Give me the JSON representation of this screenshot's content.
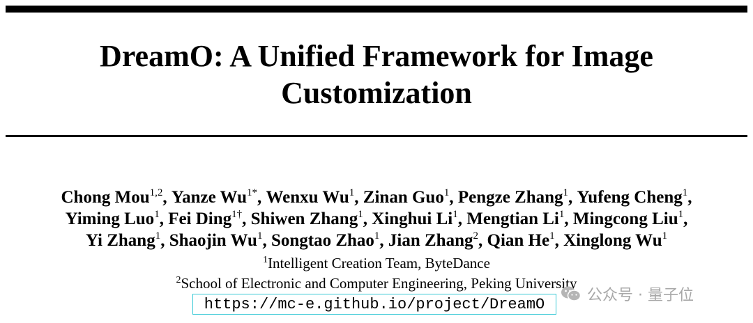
{
  "paper": {
    "title_line1": "DreamO: A Unified Framework for Image",
    "title_line2": "Customization",
    "authors": [
      [
        {
          "name": "Chong Mou",
          "sup": "1,2",
          "sep": ", "
        },
        {
          "name": "Yanze Wu",
          "sup": "1*",
          "sep": ", "
        },
        {
          "name": "Wenxu Wu",
          "sup": "1",
          "sep": ", "
        },
        {
          "name": "Zinan Guo",
          "sup": "1",
          "sep": ", "
        },
        {
          "name": "Pengze Zhang",
          "sup": "1",
          "sep": ", "
        },
        {
          "name": "Yufeng Cheng",
          "sup": "1",
          "sep": ","
        }
      ],
      [
        {
          "name": "Yiming Luo",
          "sup": "1",
          "sep": ", "
        },
        {
          "name": "Fei Ding",
          "sup": "1†",
          "sep": ", "
        },
        {
          "name": "Shiwen Zhang",
          "sup": "1",
          "sep": ", "
        },
        {
          "name": "Xinghui Li",
          "sup": "1",
          "sep": ", "
        },
        {
          "name": "Mengtian Li",
          "sup": "1",
          "sep": ", "
        },
        {
          "name": "Mingcong Liu",
          "sup": "1",
          "sep": ","
        }
      ],
      [
        {
          "name": "Yi Zhang",
          "sup": "1",
          "sep": ", "
        },
        {
          "name": "Shaojin Wu",
          "sup": "1",
          "sep": ", "
        },
        {
          "name": "Songtao Zhao",
          "sup": "1",
          "sep": ", "
        },
        {
          "name": "Jian Zhang",
          "sup": "2",
          "sep": ", "
        },
        {
          "name": "Qian He",
          "sup": "1",
          "sep": ", "
        },
        {
          "name": "Xinglong Wu",
          "sup": "1",
          "sep": ""
        }
      ]
    ],
    "affiliations": [
      {
        "sup": "1",
        "text": "Intelligent Creation Team, ByteDance"
      },
      {
        "sup": "2",
        "text": "School of Electronic and Computer Engineering, Peking University"
      }
    ],
    "url": "https://mc-e.github.io/project/DreamO"
  },
  "watermark": {
    "text": "公众号 · 量子位",
    "icon": "wechat-icon",
    "color": "#a8a8a8"
  },
  "colors": {
    "url_border": "#39c9d6"
  }
}
